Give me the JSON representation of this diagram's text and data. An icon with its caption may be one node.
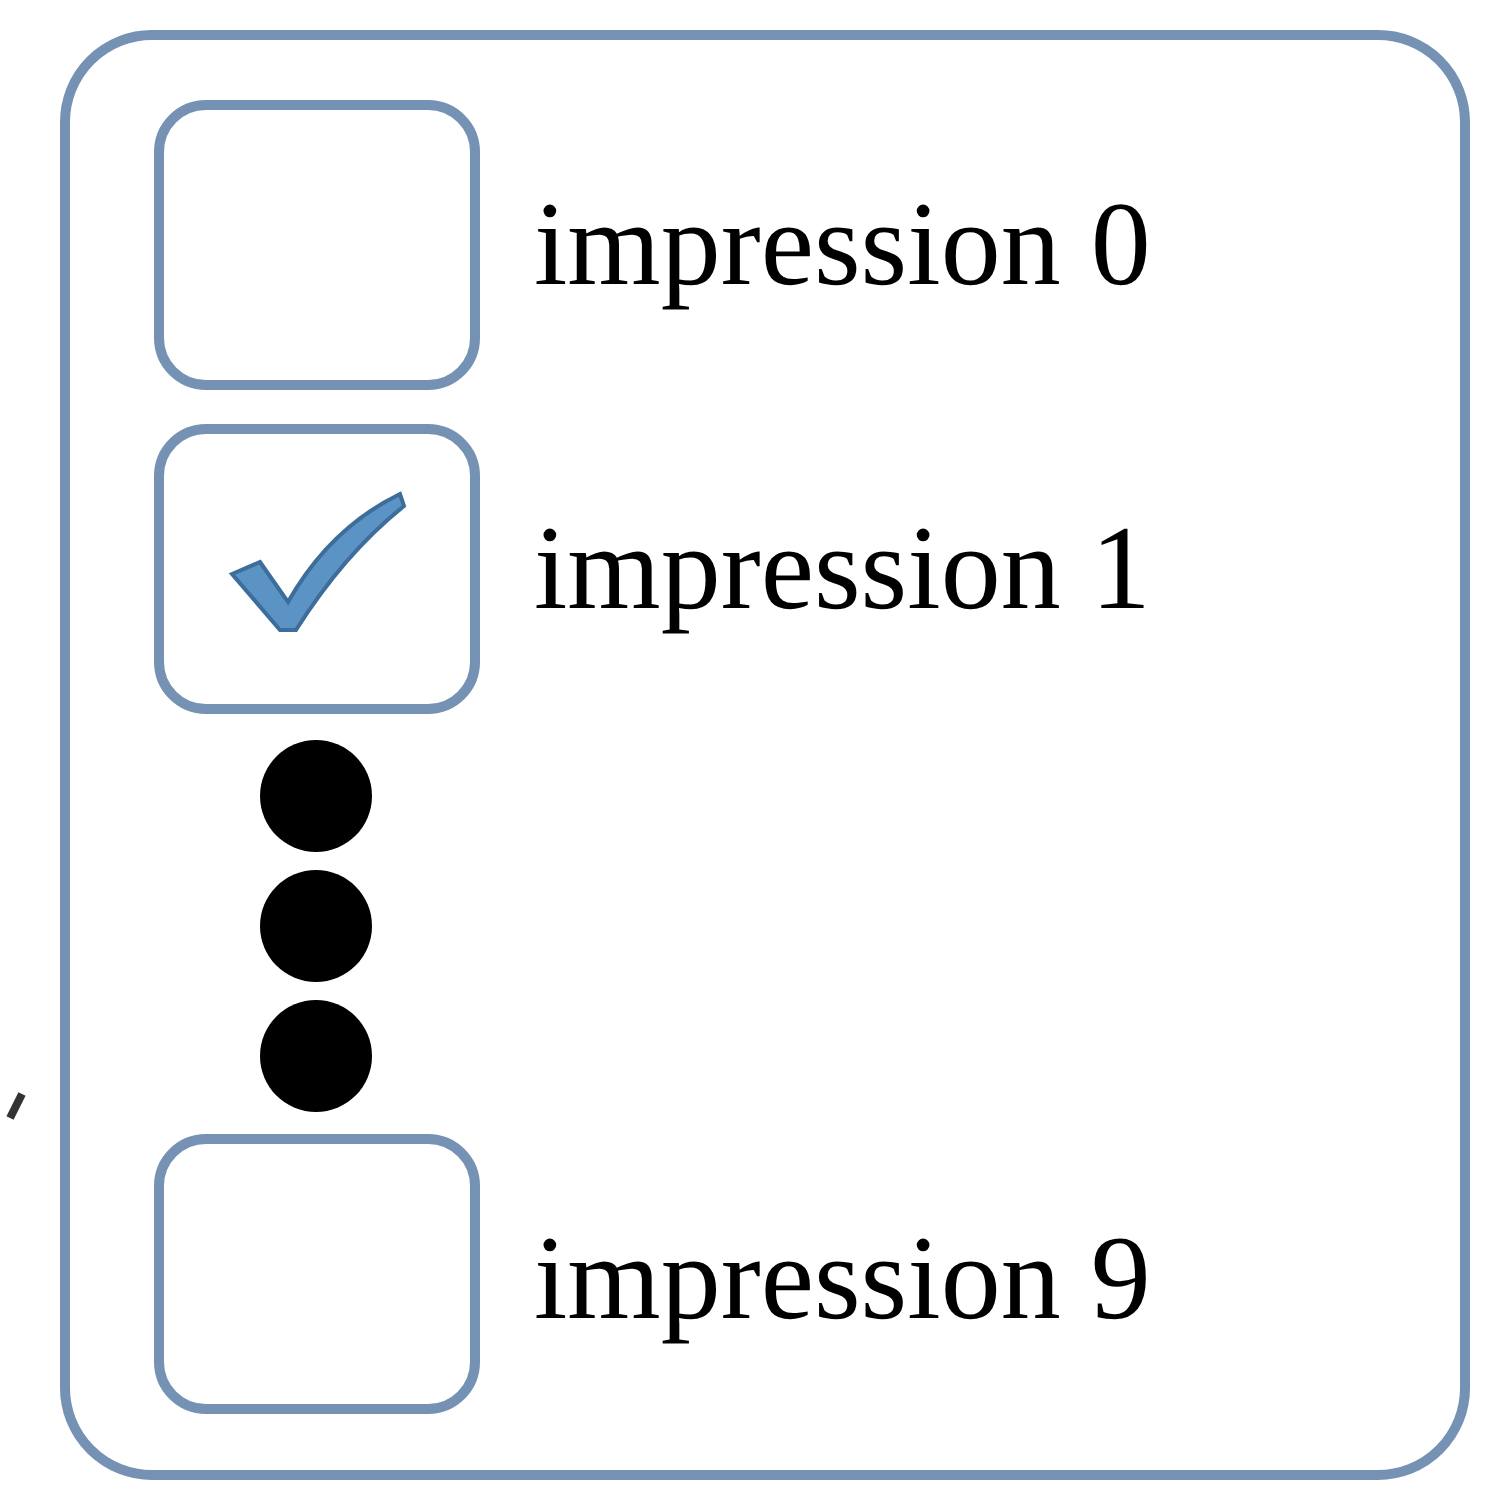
{
  "diagram": {
    "nodes": [
      {
        "text": [],
        "shape": "box"
      },
      {
        "text": [],
        "shape": "box",
        "in": 0,
        "beside": [
          "impression 0"
        ]
      },
      {
        "text": [],
        "shape": "box",
        "in": 0,
        "beside": [
          "impression 1"
        ]
      },
      {
        "text": [],
        "shape": "box",
        "in": 0,
        "beside": [
          "impression 9"
        ]
      }
    ],
    "edges": []
  }
}
